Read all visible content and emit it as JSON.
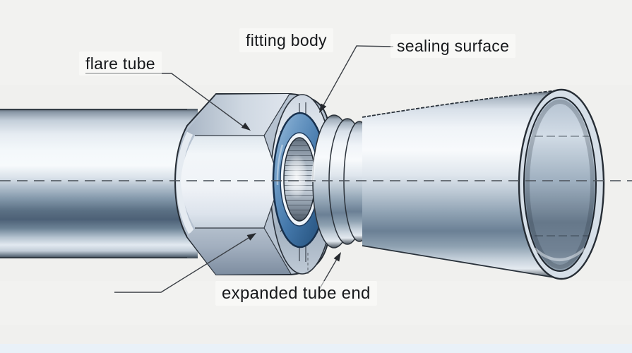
{
  "figure": {
    "subject": "flare tube fitting technical illustration",
    "labels": {
      "flare_tube": "flare tube",
      "fitting_body": "fitting body",
      "sealing_surface": "sealing surface",
      "expanded_tube_end": "expanded tube end"
    },
    "colors": {
      "background": "#f0f0ee",
      "bottom_strip": "#e9f1f8",
      "metal_highlight": "#f6f9fb",
      "metal_mid": "#aebdcb",
      "metal_dark": "#4e6177",
      "seal_ring_blue": "#4478ab",
      "seal_ring_blue_dark": "#24496f",
      "outline": "#262d35",
      "leader_line": "#3c4046",
      "label_text": "#17191c"
    }
  }
}
